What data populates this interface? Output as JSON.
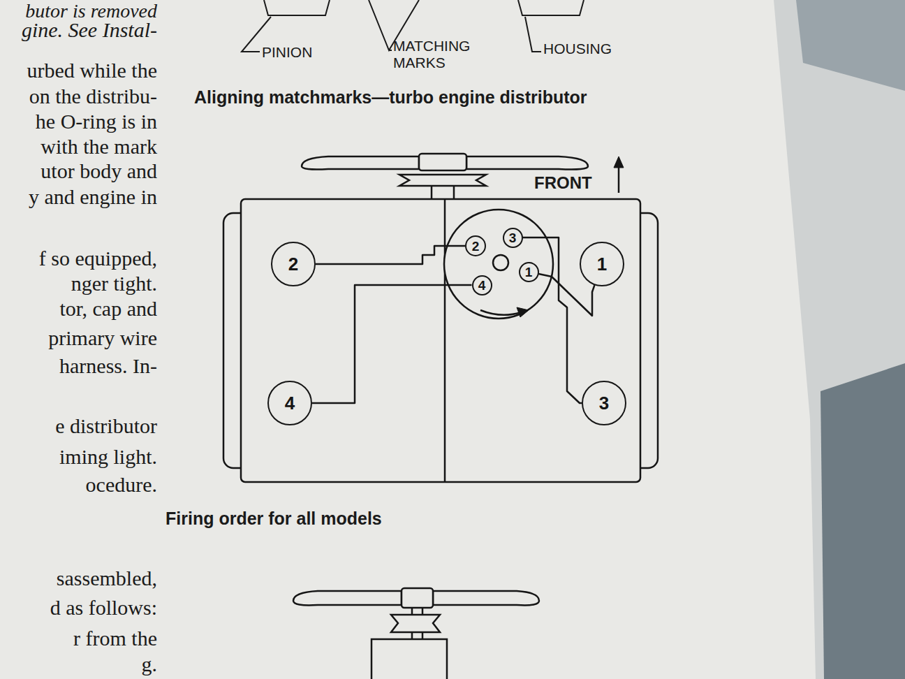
{
  "diagram": {
    "caption": "Firing order for all models",
    "nodes": [
      {
        "text": [
          "2"
        ]
      },
      {
        "text": [
          "2"
        ]
      },
      {
        "text": [
          "3"
        ]
      },
      {
        "text": [
          "1"
        ]
      },
      {
        "text": [
          "1"
        ]
      },
      {
        "text": [
          "4"
        ]
      },
      {
        "text": [
          "4"
        ]
      },
      {
        "text": [
          "3"
        ]
      }
    ],
    "edges": [
      {
        "from": 1,
        "to": 0,
        "arrow": "none"
      },
      {
        "from": 5,
        "to": 6,
        "arrow": "none"
      },
      {
        "from": 2,
        "to": 7,
        "arrow": "none"
      },
      {
        "from": 3,
        "to": 4,
        "arrow": "none"
      }
    ],
    "labels": [
      "butor is removed",
      "gine. See Instal-",
      "urbed while the",
      "on the distribu-",
      "he O-ring is in",
      "with the mark",
      "utor body and",
      "y and engine in",
      "f so equipped,",
      "nger tight.",
      "tor, cap and",
      "primary wire",
      "harness. In-",
      "e distributor",
      "iming light.",
      "ocedure.",
      "sassembled,",
      "d as follows:",
      "r from the",
      "g.",
      "PINION",
      "MATCHING MARKS",
      "HOUSING",
      "Aligning matchmarks—turbo engine distributor",
      "FRONT"
    ]
  }
}
